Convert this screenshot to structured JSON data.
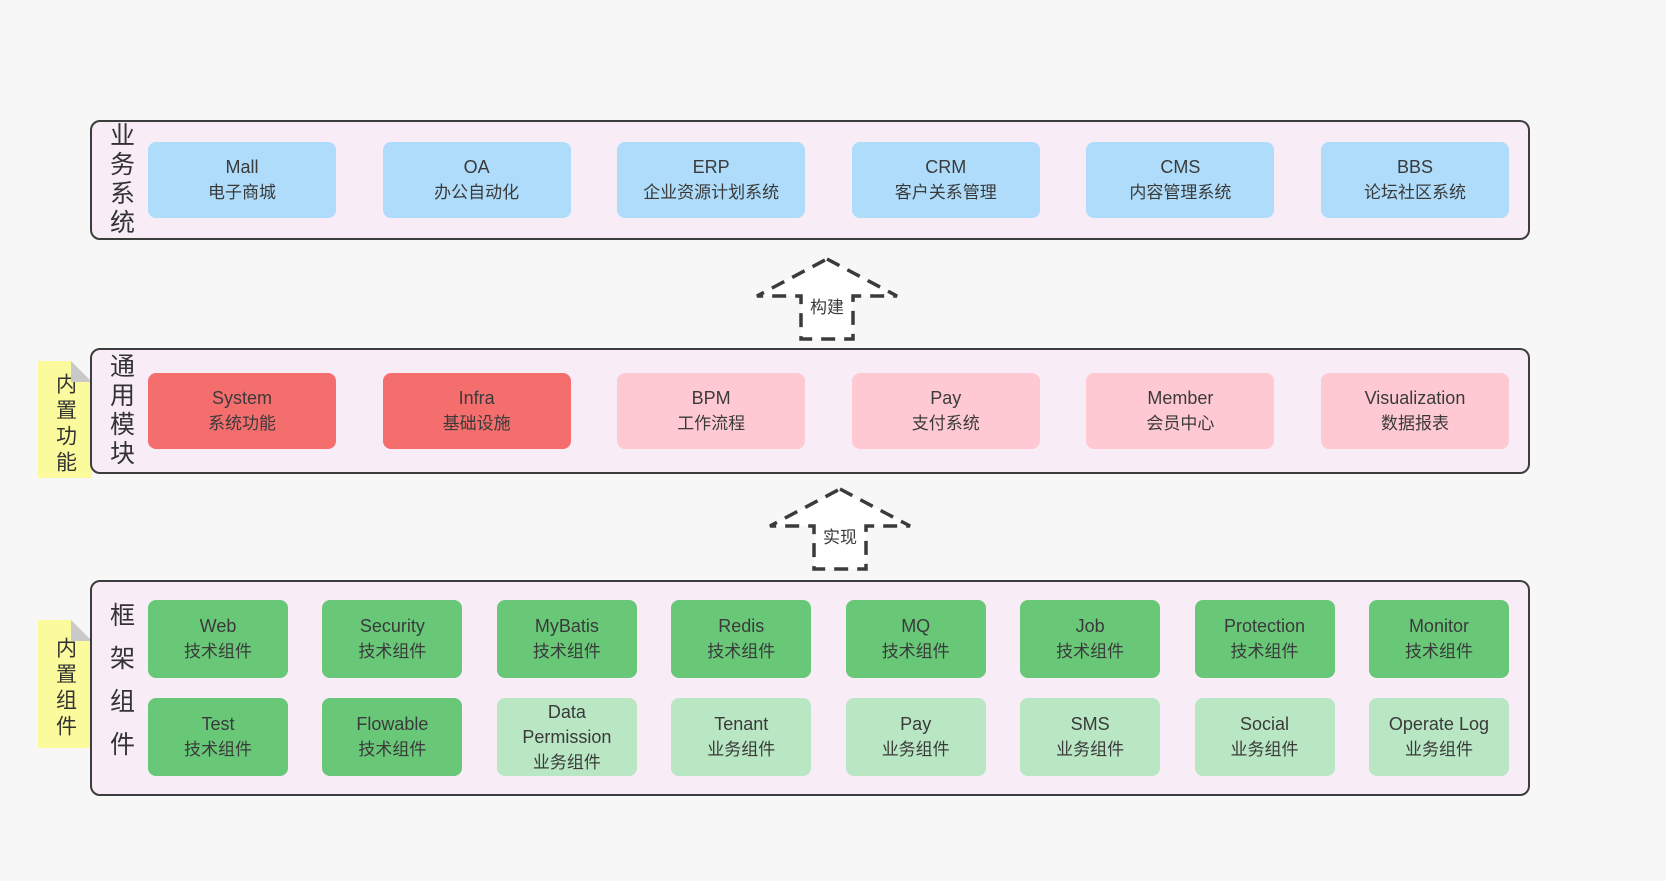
{
  "colors": {
    "page_bg": "#f7f7f7",
    "panel_bg": "#f8edf6",
    "panel_border": "#3d3d3d",
    "box_blue": "#aedcfa",
    "box_red": "#f56e6e",
    "box_pink": "#ffc9d3",
    "box_green": "#68c878",
    "box_green_light": "#b9e6c3",
    "note_yellow": "#fbfb9e",
    "note_fold_gray": "#c9c9c9",
    "text": "#3a3a3a"
  },
  "panels": [
    {
      "label": "业务系统",
      "boxes": [
        {
          "name": "Mall",
          "desc": "电子商城"
        },
        {
          "name": "OA",
          "desc": "办公自动化"
        },
        {
          "name": "ERP",
          "desc": "企业资源计划系统"
        },
        {
          "name": "CRM",
          "desc": "客户关系管理"
        },
        {
          "name": "CMS",
          "desc": "内容管理系统"
        },
        {
          "name": "BBS",
          "desc": "论坛社区系统"
        }
      ]
    },
    {
      "label": "通用模块",
      "note": "内置功能",
      "boxes": [
        {
          "name": "System",
          "desc": "系统功能"
        },
        {
          "name": "Infra",
          "desc": "基础设施"
        },
        {
          "name": "BPM",
          "desc": "工作流程"
        },
        {
          "name": "Pay",
          "desc": "支付系统"
        },
        {
          "name": "Member",
          "desc": "会员中心"
        },
        {
          "name": "Visualization",
          "desc": "数据报表"
        }
      ]
    },
    {
      "label": "框架组件",
      "note": "内置组件",
      "rows": [
        [
          {
            "name": "Web",
            "desc": "技术组件"
          },
          {
            "name": "Security",
            "desc": "技术组件"
          },
          {
            "name": "MyBatis",
            "desc": "技术组件"
          },
          {
            "name": "Redis",
            "desc": "技术组件"
          },
          {
            "name": "MQ",
            "desc": "技术组件"
          },
          {
            "name": "Job",
            "desc": "技术组件"
          },
          {
            "name": "Protection",
            "desc": "技术组件"
          },
          {
            "name": "Monitor",
            "desc": "技术组件"
          }
        ],
        [
          {
            "name": "Test",
            "desc": "技术组件"
          },
          {
            "name": "Flowable",
            "desc": "技术组件"
          },
          {
            "name": "Data Permission",
            "desc": "业务组件"
          },
          {
            "name": "Tenant",
            "desc": "业务组件"
          },
          {
            "name": "Pay",
            "desc": "业务组件"
          },
          {
            "name": "SMS",
            "desc": "业务组件"
          },
          {
            "name": "Social",
            "desc": "业务组件"
          },
          {
            "name": "Operate Log",
            "desc": "业务组件"
          }
        ]
      ]
    }
  ],
  "arrows": [
    {
      "label": "构建"
    },
    {
      "label": "实现"
    }
  ]
}
